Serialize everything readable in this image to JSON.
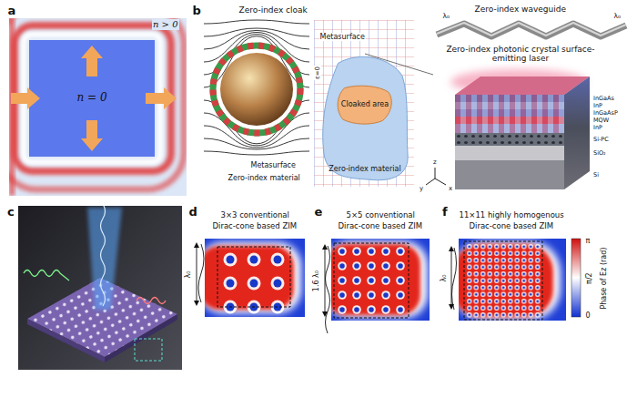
{
  "diagram": {
    "nodes": [
      {
        "text": [
          "n = 0"
        ]
      },
      {
        "text": [
          "Zero-index material"
        ]
      },
      {
        "text": [
          "Cloaked area"
        ],
        "in": 1
      }
    ],
    "labels": [
      "a",
      "n > 0",
      "b",
      "Zero-index cloak",
      "Metasurface",
      "Zero-index material",
      "ε=0",
      "Metasurface",
      "Zero-index waveguide",
      "λ₀",
      "λ₀",
      "Zero-index photonic crystal surface-emitting laser",
      "InGaAs",
      "InP",
      "InGaAsP",
      "MQW",
      "InP",
      "Si-PC",
      "SiO₂",
      "Si",
      "z",
      "x",
      "y",
      "c",
      "d",
      "3×3 conventional",
      "Dirac-cone based ZIM",
      "λ₀",
      "e",
      "5×5 conventional",
      "Dirac-cone based ZIM",
      "1.6 λ₀",
      "f",
      "11×11 highly homogenous",
      "Dirac-cone based ZIM",
      "λ₀",
      "π",
      "π/2",
      "0",
      "Phase of Ez (rad)"
    ]
  }
}
